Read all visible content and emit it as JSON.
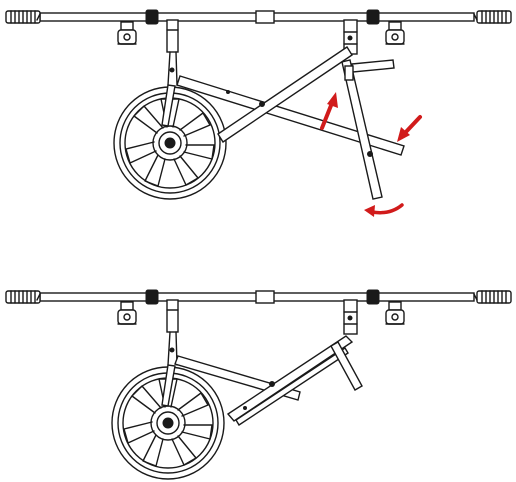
{
  "colors": {
    "line": "#1a1a1a",
    "arrow": "#d11b1b",
    "background": "#ffffff"
  },
  "panels": [
    {
      "id": "folding-step",
      "state": "legs-being-folded",
      "arrows": [
        "fold-up",
        "push-in",
        "rotate"
      ]
    },
    {
      "id": "folded-state",
      "state": "legs-folded",
      "arrows": []
    }
  ]
}
